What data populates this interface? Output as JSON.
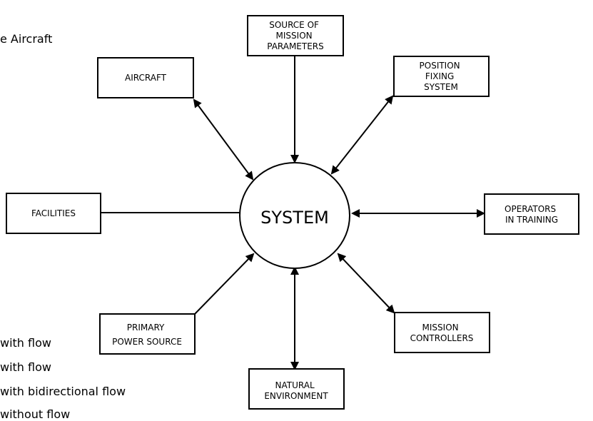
{
  "fragments": {
    "top_right": "e Aircraft",
    "line1": "with flow",
    "line2": "with flow",
    "line3": "with bidirectional flow",
    "line4": "without flow"
  },
  "diagram": {
    "center": "SYSTEM",
    "nodes": {
      "source": [
        "SOURCE OF",
        "MISSION",
        "PARAMETERS"
      ],
      "aircraft": [
        "AIRCRAFT"
      ],
      "position": [
        "POSITION",
        "FIXING",
        "SYSTEM"
      ],
      "facilities": [
        "FACILITIES"
      ],
      "operators": [
        "OPERATORS",
        "IN TRAINING"
      ],
      "primary": [
        "PRIMARY",
        "POWER SOURCE"
      ],
      "mission": [
        "MISSION",
        "CONTROLLERS"
      ],
      "natural": [
        "NATURAL",
        "ENVIRONMENT"
      ]
    }
  }
}
